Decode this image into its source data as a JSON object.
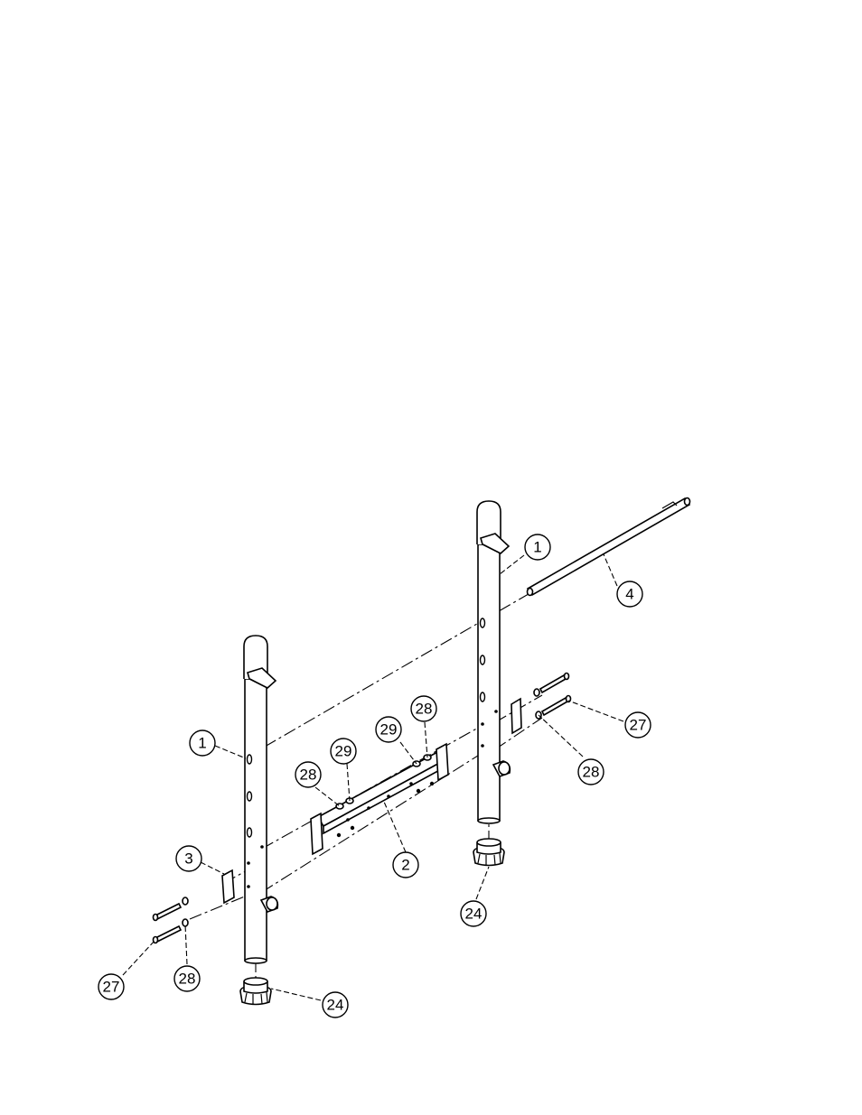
{
  "callouts": {
    "c1_left": "1",
    "c1_right": "1",
    "c2": "2",
    "c3": "3",
    "c4": "4",
    "c24_left": "24",
    "c24_right": "24",
    "c27_left": "27",
    "c27_right": "27",
    "c28_left_low": "28",
    "c28_mid_left": "28",
    "c28_mid_right": "28",
    "c28_right_low": "28",
    "c29_left": "29",
    "c29_right": "29"
  }
}
